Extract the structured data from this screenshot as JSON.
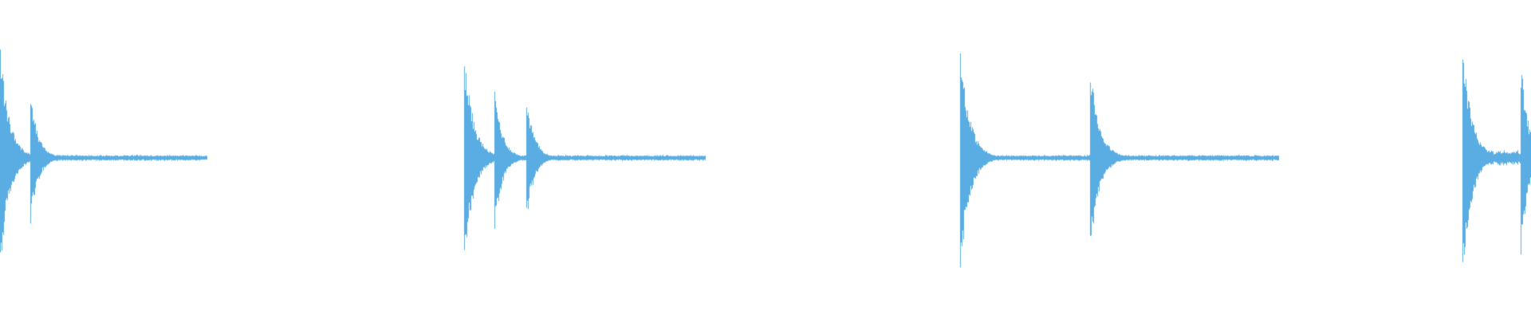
{
  "waveform": {
    "color": "#5aade3",
    "background": "#ffffff",
    "duration_seconds": 10,
    "hits": [
      {
        "time": 0.0,
        "amplitude": 0.7,
        "decay": 0.06,
        "tail": 0.02,
        "tail_len": 1.1
      },
      {
        "time": 0.2,
        "amplitude": 0.42,
        "decay": 0.05,
        "tail": 0.02,
        "tail_len": 0.0
      },
      {
        "time": 3.03,
        "amplitude": 0.68,
        "decay": 0.06,
        "tail": 0.02,
        "tail_len": 0.0
      },
      {
        "time": 3.23,
        "amplitude": 0.46,
        "decay": 0.05,
        "tail": 0.02,
        "tail_len": 0.0
      },
      {
        "time": 3.44,
        "amplitude": 0.4,
        "decay": 0.05,
        "tail": 0.02,
        "tail_len": 0.92
      },
      {
        "time": 6.27,
        "amplitude": 0.74,
        "decay": 0.06,
        "tail": 0.02,
        "tail_len": 0.82
      },
      {
        "time": 7.12,
        "amplitude": 0.6,
        "decay": 0.06,
        "tail": 0.02,
        "tail_len": 0.98
      },
      {
        "time": 9.55,
        "amplitude": 0.74,
        "decay": 0.06,
        "tail": 0.05,
        "tail_len": 0.3
      },
      {
        "time": 9.93,
        "amplitude": 0.62,
        "decay": 0.05,
        "tail": 0.06,
        "tail_len": 0.07
      }
    ]
  }
}
